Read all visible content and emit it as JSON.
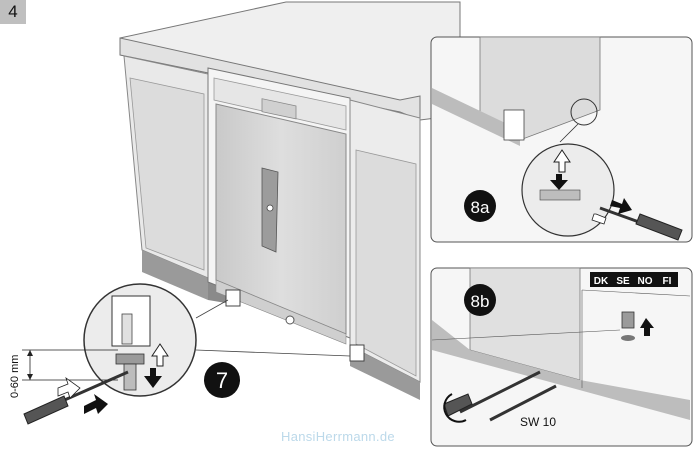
{
  "step_number": "4",
  "measure_label": "0-60 mm",
  "callouts": {
    "main": "7",
    "detail_a": "8a",
    "detail_b": "8b"
  },
  "country_codes": [
    "DK",
    "SE",
    "NO",
    "FI"
  ],
  "tool_label": "SW 10",
  "watermark": "HansiHerrmann.de"
}
